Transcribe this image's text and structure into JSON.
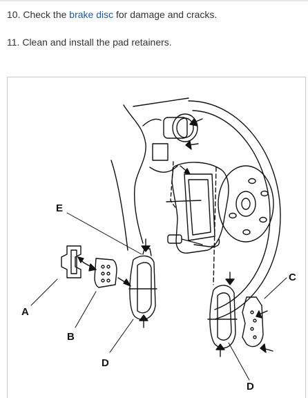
{
  "steps": [
    {
      "number": "10.",
      "prefix": "Check the ",
      "link": "brake disc",
      "suffix": " for damage and cracks."
    },
    {
      "number": "11.",
      "text": "Clean and install the pad retainers."
    }
  ],
  "figure": {
    "callouts": {
      "e": "E",
      "a": "A",
      "b": "B",
      "c": "C",
      "d_left": "D",
      "d_right": "D"
    }
  },
  "colors": {
    "link": "#1a5aa6",
    "text": "#333333",
    "line_art": "#111111"
  }
}
